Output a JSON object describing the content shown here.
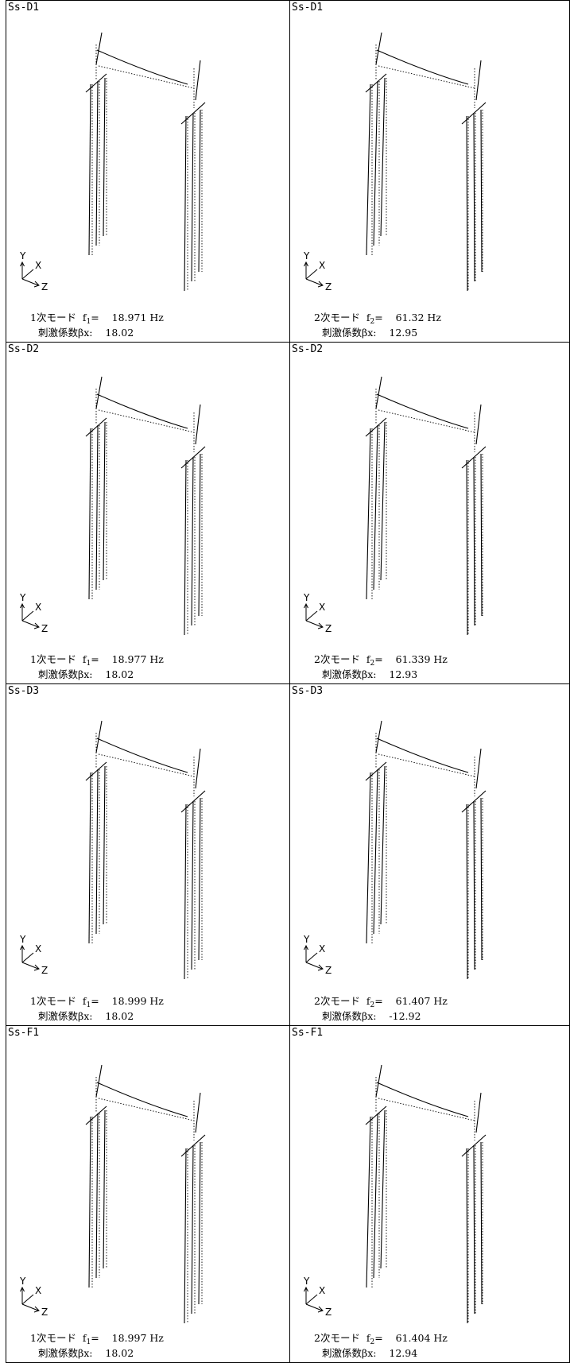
{
  "panels": [
    {
      "title": "Ss-D1",
      "mode_label": "1次モード",
      "freq_symbol": "f",
      "freq_sub": "1",
      "freq_value": "18.971 Hz",
      "coef_label": "刺激係数βx:",
      "coef_value": "18.02"
    },
    {
      "title": "Ss-D1",
      "mode_label": "2次モード",
      "freq_symbol": "f",
      "freq_sub": "2",
      "freq_value": "61.32 Hz",
      "coef_label": "刺激係数βx:",
      "coef_value": "12.95"
    },
    {
      "title": "Ss-D2",
      "mode_label": "1次モード",
      "freq_symbol": "f",
      "freq_sub": "1",
      "freq_value": "18.977 Hz",
      "coef_label": "刺激係数βx:",
      "coef_value": "18.02"
    },
    {
      "title": "Ss-D2",
      "mode_label": "2次モード",
      "freq_symbol": "f",
      "freq_sub": "2",
      "freq_value": "61.339 Hz",
      "coef_label": "刺激係数βx:",
      "coef_value": "12.93"
    },
    {
      "title": "Ss-D3",
      "mode_label": "1次モード",
      "freq_symbol": "f",
      "freq_sub": "1",
      "freq_value": "18.999 Hz",
      "coef_label": "刺激係数βx:",
      "coef_value": "18.02"
    },
    {
      "title": "Ss-D3",
      "mode_label": "2次モード",
      "freq_symbol": "f",
      "freq_sub": "2",
      "freq_value": "61.407 Hz",
      "coef_label": "刺激係数βx:",
      "coef_value": "-12.92"
    },
    {
      "title": "Ss-F1",
      "mode_label": "1次モード",
      "freq_symbol": "f",
      "freq_sub": "1",
      "freq_value": "18.997 Hz",
      "coef_label": "刺激係数βx:",
      "coef_value": "18.02"
    },
    {
      "title": "Ss-F1",
      "mode_label": "2次モード",
      "freq_symbol": "f",
      "freq_sub": "2",
      "freq_value": "61.404 Hz",
      "coef_label": "刺激係数βx:",
      "coef_value": "12.94"
    }
  ],
  "axes": {
    "y": "Y",
    "x": "X",
    "z": "Z"
  },
  "equals": "="
}
